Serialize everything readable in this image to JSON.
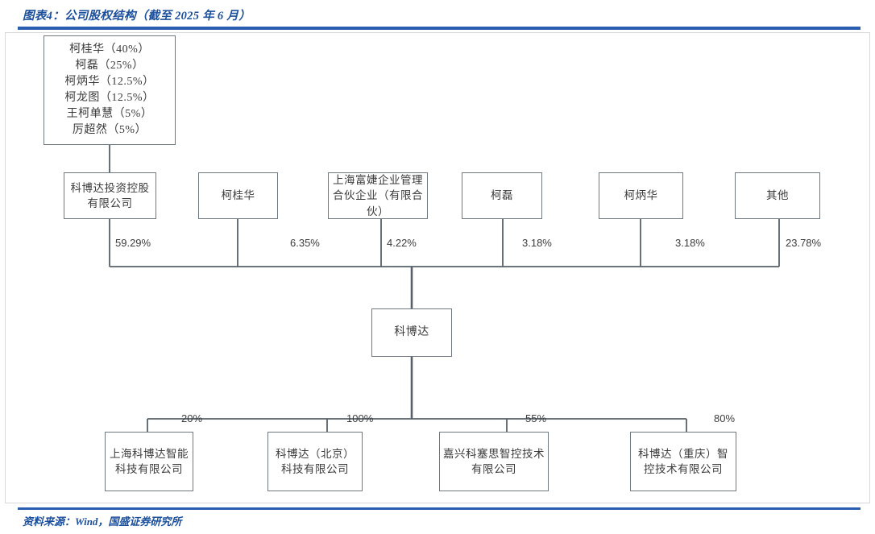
{
  "header": {
    "title": "图表4：公司股权结构（截至 2025 年 6 月）"
  },
  "footer": {
    "source": "资料来源：Wind，国盛证券研究所"
  },
  "colors": {
    "accent_blue": "#1b4f9c",
    "rule_blue": "#2a5db0",
    "box_border": "#6f7781",
    "line": "#57606a",
    "text": "#3b3b3b"
  },
  "chart_data": {
    "type": "diagram",
    "title": "图表4：公司股权结构（截至 2025 年 6 月）",
    "root": {
      "name": "ultimate-shareholders",
      "lines": [
        "柯桂华（40%）",
        "柯磊（25%）",
        "柯炳华（12.5%）",
        "柯龙图（12.5%）",
        "王柯单慧（5%）",
        "厉超然（5%）"
      ],
      "members": [
        {
          "name": "柯桂华",
          "share": "40%"
        },
        {
          "name": "柯磊",
          "share": "25%"
        },
        {
          "name": "柯炳华",
          "share": "12.5%"
        },
        {
          "name": "柯龙图",
          "share": "12.5%"
        },
        {
          "name": "王柯单慧",
          "share": "5%"
        },
        {
          "name": "厉超然",
          "share": "5%"
        }
      ]
    },
    "center": {
      "name": "科博达"
    },
    "shareholders": [
      {
        "label": "科博达投资控股有限公司",
        "percent": "59.29%"
      },
      {
        "label": "柯桂华",
        "percent": "6.35%"
      },
      {
        "label": "上海富婕企业管理合伙企业（有限合伙）",
        "percent": "4.22%"
      },
      {
        "label": "柯磊",
        "percent": "3.18%"
      },
      {
        "label": "柯炳华",
        "percent": "3.18%"
      },
      {
        "label": "其他",
        "percent": "23.78%"
      }
    ],
    "subsidiaries": [
      {
        "label": "上海科博达智能科技有限公司",
        "percent": "20%"
      },
      {
        "label": "科博达（北京）科技有限公司",
        "percent": "100%"
      },
      {
        "label": "嘉兴科塞思智控技术有限公司",
        "percent": "55%"
      },
      {
        "label": "科博达（重庆）智控技术有限公司",
        "percent": "80%"
      }
    ]
  }
}
